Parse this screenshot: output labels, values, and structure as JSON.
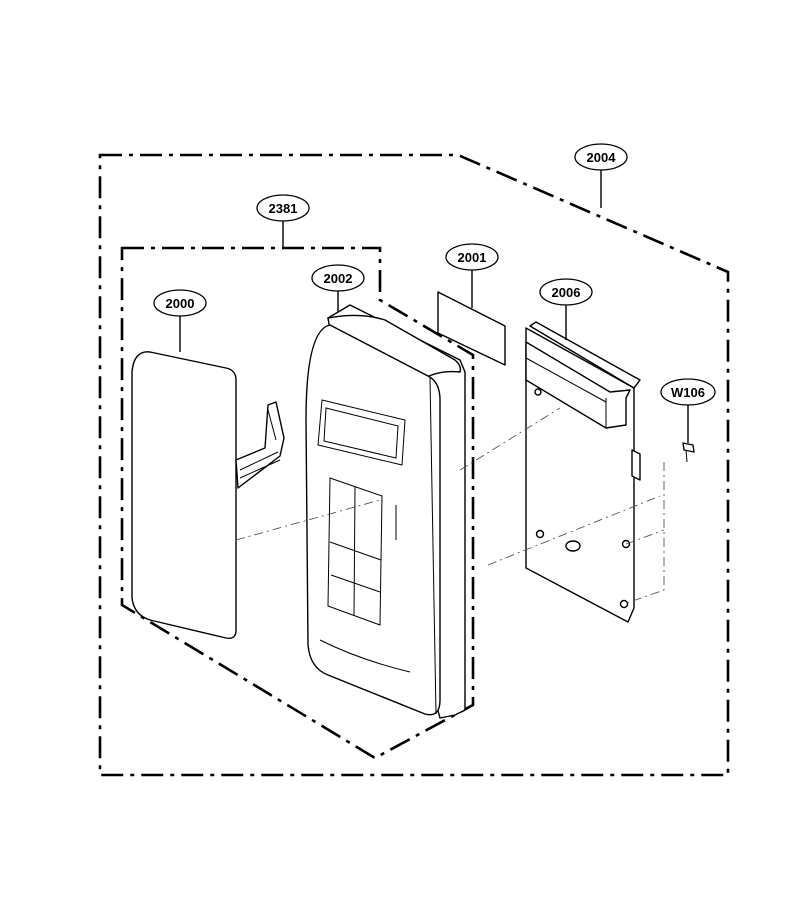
{
  "diagram": {
    "callouts": [
      {
        "id": "c2004",
        "label": "2004"
      },
      {
        "id": "c2381",
        "label": "2381"
      },
      {
        "id": "c2002",
        "label": "2002"
      },
      {
        "id": "c2000",
        "label": "2000"
      },
      {
        "id": "c2001",
        "label": "2001"
      },
      {
        "id": "c2006",
        "label": "2006"
      },
      {
        "id": "cW106",
        "label": "W106"
      }
    ]
  }
}
